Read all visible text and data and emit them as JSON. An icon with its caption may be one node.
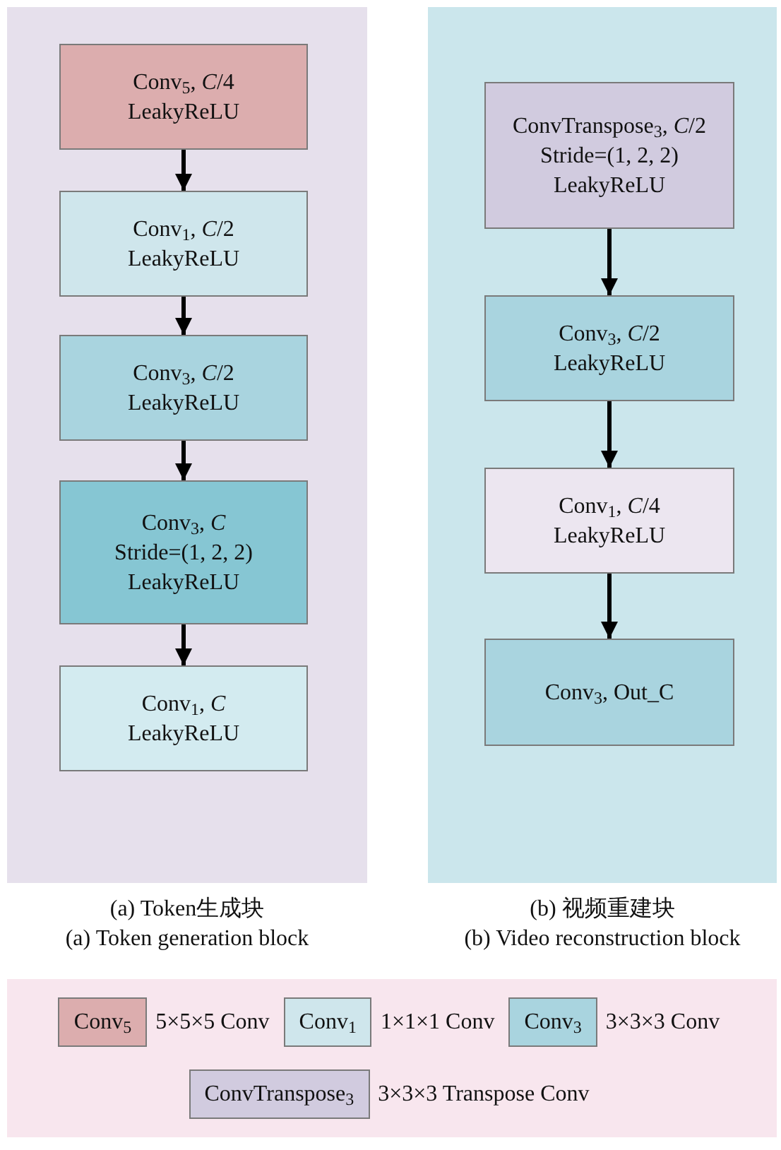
{
  "diagram": {
    "nodes": [
      {
        "text": [],
        "shape": "box",
        "beside": [
          "(a) Token生成块",
          "(a) Token generation block"
        ]
      },
      {
        "text": [
          "Conv$_{5}$, *C*/4",
          "LeakyReLU"
        ],
        "in": 0
      },
      {
        "text": [
          "Conv$_{1}$, *C*/2",
          "LeakyReLU"
        ],
        "in": 0
      },
      {
        "text": [
          "Conv$_{3}$, *C*/2",
          "LeakyReLU"
        ],
        "in": 0
      },
      {
        "text": [
          "Conv$_{3}$, *C*",
          "Stride=(1, 2, 2)",
          "LeakyReLU"
        ],
        "in": 0
      },
      {
        "text": [
          "Conv$_{1}$, *C*",
          "LeakyReLU"
        ],
        "in": 0
      },
      {
        "text": [],
        "shape": "box",
        "beside": [
          "(b) 视频重建块",
          "(b) Video reconstruction block"
        ]
      },
      {
        "text": [
          "ConvTranspose$_{3}$, *C*/2",
          "Stride=(1, 2, 2)",
          "LeakyReLU"
        ],
        "in": 6
      },
      {
        "text": [
          "Conv$_{3}$, *C*/2",
          "LeakyReLU"
        ],
        "in": 6
      },
      {
        "text": [
          "Conv$_{1}$, *C*/4",
          "LeakyReLU"
        ],
        "in": 6
      },
      {
        "text": [
          "Conv$_{3}$, Out_C"
        ],
        "in": 6
      }
    ],
    "edges": [
      {
        "from": 1,
        "to": 2,
        "arrow": "to"
      },
      {
        "from": 2,
        "to": 3,
        "arrow": "to"
      },
      {
        "from": 3,
        "to": 4,
        "arrow": "to"
      },
      {
        "from": 4,
        "to": 5,
        "arrow": "to"
      },
      {
        "from": 7,
        "to": 8,
        "arrow": "to"
      },
      {
        "from": 8,
        "to": 9,
        "arrow": "to"
      },
      {
        "from": 9,
        "to": 10,
        "arrow": "to"
      }
    ],
    "labels": [
      "Conv$_{5}$",
      "Conv$_{1}$",
      "Conv$_{3}$",
      "ConvTranspose$_{3}$"
    ],
    "legend": [
      {
        "text": "5×5×5 Conv",
        "color": "#dcadae"
      },
      {
        "text": "1×1×1 Conv",
        "color": "#cfe6ec"
      },
      {
        "text": "3×3×3 Conv",
        "color": "#a9d4df"
      },
      {
        "text": "3×3×3 Transpose Conv",
        "color": "#d1cbdf"
      }
    ]
  }
}
